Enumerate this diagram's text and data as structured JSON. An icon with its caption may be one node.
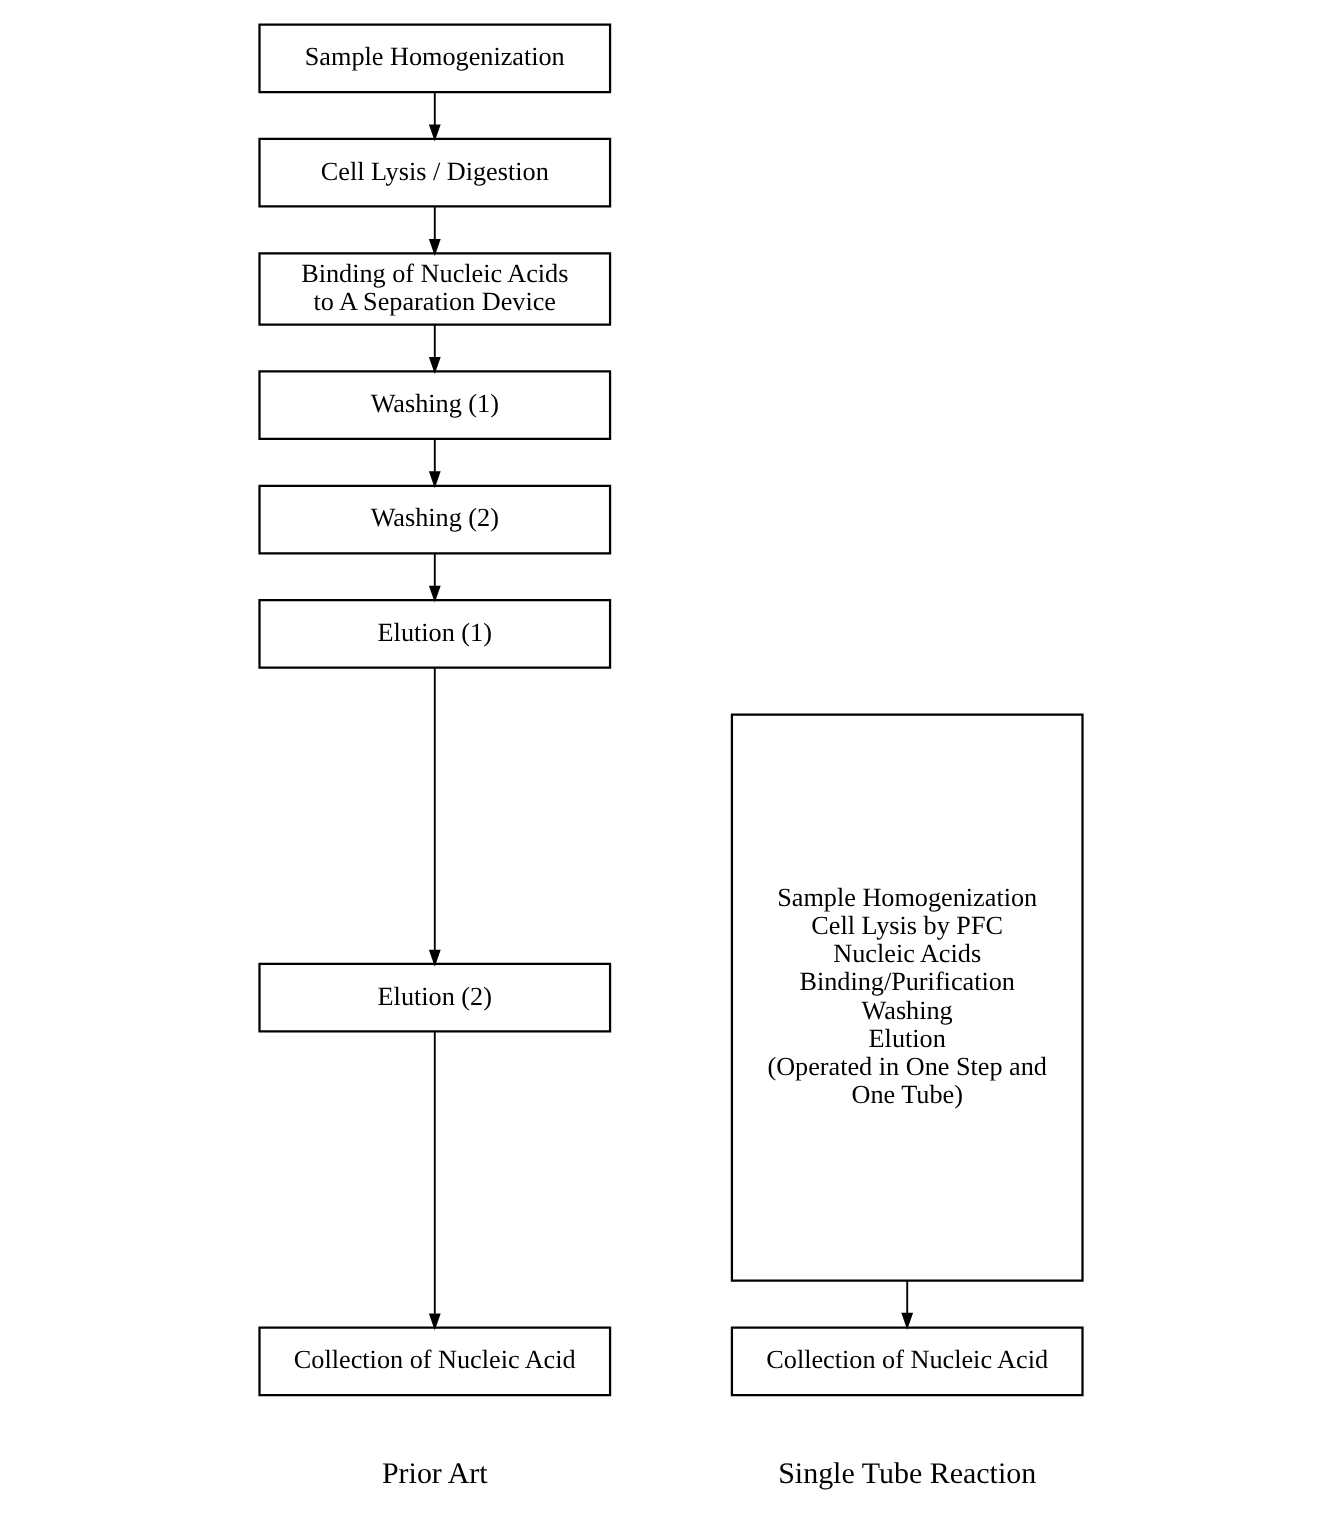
{
  "diagram": {
    "nodes": [
      {
        "text": [
          "Sample Homogenization"
        ]
      },
      {
        "text": [
          "Cell Lysis / Digestion"
        ]
      },
      {
        "text": [
          "Binding of Nucleic Acids to A Separation Device"
        ]
      },
      {
        "text": [
          "Washing (1)"
        ]
      },
      {
        "text": [
          "Washing (2)"
        ]
      },
      {
        "text": [
          "Elution (1)"
        ]
      },
      {
        "text": [
          "Elution (2)"
        ]
      },
      {
        "text": [
          "Collection of Nucleic Acid"
        ]
      },
      {
        "text": [
          "Sample Homogenization",
          "Cell Lysis by PFC",
          "Nucleic Acids Binding/Purification",
          "Washing",
          "Elution",
          "(Operated in One Step and One Tube)"
        ]
      },
      {
        "text": [
          "Collection of Nucleic Acid"
        ]
      }
    ],
    "edges": [
      {
        "from": 0,
        "to": 1,
        "arrow": "to"
      },
      {
        "from": 1,
        "to": 2,
        "arrow": "to"
      },
      {
        "from": 2,
        "to": 3,
        "arrow": "to"
      },
      {
        "from": 3,
        "to": 4,
        "arrow": "to"
      },
      {
        "from": 4,
        "to": 5,
        "arrow": "to"
      },
      {
        "from": 5,
        "to": 6,
        "arrow": "to"
      },
      {
        "from": 6,
        "to": 7,
        "arrow": "to"
      },
      {
        "from": 8,
        "to": 9,
        "arrow": "to"
      }
    ],
    "labels": [
      "Prior Art",
      "Single Tube Reaction"
    ]
  }
}
